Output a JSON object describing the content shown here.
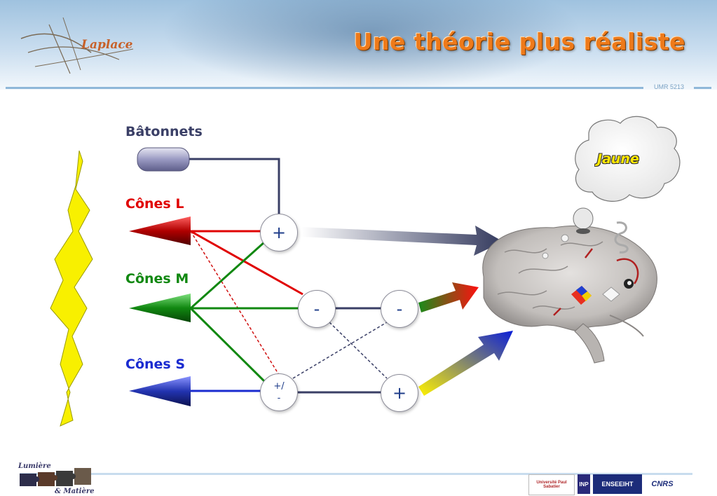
{
  "header": {
    "title": "Une théorie plus réaliste",
    "logo": "Laplace",
    "umr": "UMR 5213"
  },
  "receptors": {
    "rods": "Bâtonnets",
    "cones_l": "Cônes L",
    "cones_m": "Cônes M",
    "cones_s": "Cônes S"
  },
  "nodes": {
    "plus_top": "+",
    "minus_mid": "-",
    "minus_right": "-",
    "plus_minus_line1": "+/",
    "plus_minus_line2": "-",
    "plus_bottom": "+"
  },
  "perception": {
    "cloud_label": "Jaune"
  },
  "footer": {
    "left_logo_line1": "Lumière",
    "left_logo_line2": "& Matière",
    "logos": [
      "Université Paul Sabatier",
      "INP",
      "ENSEEIHT",
      "CNRS"
    ]
  },
  "colors": {
    "title": "#ee7a1a",
    "cones_l": "#e00000",
    "cones_m": "#118811",
    "cones_s": "#1a2bd0",
    "rods_line": "#3a3f66",
    "lightning": "#f7f000"
  }
}
